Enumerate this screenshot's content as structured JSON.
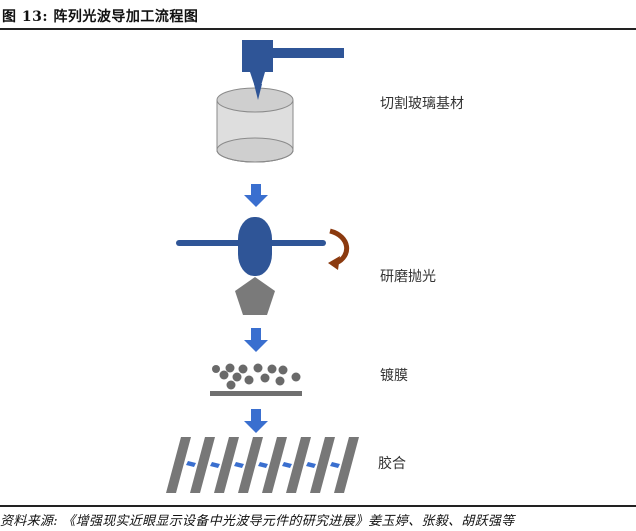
{
  "figure": {
    "title": "图 13:  阵列光波导加工流程图",
    "source": "资料来源:  《增强现实近眼显示设备中光波导元件的研究进展》姜玉婷、张毅、胡跃强等"
  },
  "steps": [
    {
      "label": "切割玻璃基材",
      "icon": "glass-cutting-icon"
    },
    {
      "label": "研磨抛光",
      "icon": "grinding-polishing-icon"
    },
    {
      "label": "镀膜",
      "icon": "coating-icon"
    },
    {
      "label": "胶合",
      "icon": "bonding-icon"
    }
  ],
  "colors": {
    "blue": "#2f5597",
    "arrow_blue": "#3a6fcf",
    "gray": "#6f6f6f",
    "light_gray": "#d9d9d9",
    "rotation_brown": "#8b3a0f"
  }
}
